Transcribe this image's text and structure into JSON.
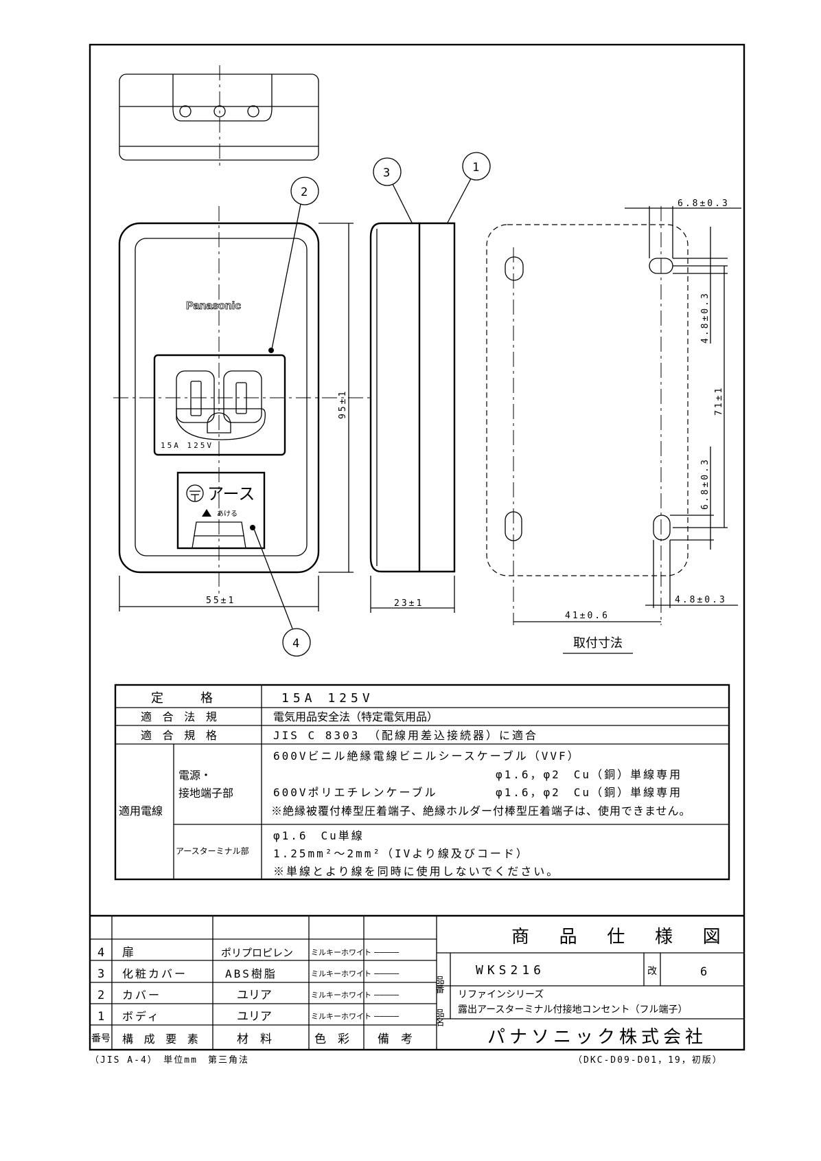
{
  "drawing": {
    "brand_logo": "Panasonic",
    "socket_rating": "15A 125V",
    "earth_label": "アース",
    "open_label": "あける",
    "callouts": [
      "1",
      "2",
      "3",
      "4"
    ],
    "dimensions": {
      "width": "55±1",
      "height": "95±1",
      "depth": "23±1",
      "mount_pitch_h": "41±0.6",
      "mount_pitch_v": "71±1",
      "slot_w_top": "6.8±0.3",
      "slot_h_top": "4.8±0.3",
      "slot_h_bottom": "6.8±0.3",
      "slot_w_bottom": "4.8±0.3"
    },
    "mounting_caption": "取付寸法"
  },
  "spec_table": {
    "rows": [
      {
        "label": "定　　格",
        "value": "15A 125V"
      },
      {
        "label": "適 合 法 規",
        "value": "電気用品安全法（特定電気用品）"
      },
      {
        "label": "適 合 規 格",
        "value": "JIS C 8303 （配線用差込接続器）に適合"
      }
    ],
    "wire": {
      "label": "適用電線",
      "power": {
        "label_1": "電源・",
        "label_2": "接地端子部",
        "line1": "600Vビニル絶縁電線ビニルシースケーブル（VVF）",
        "line2": "φ1.6，φ2　Cu（銅）単線専用",
        "line3a": "600Vポリエチレンケーブル",
        "line3b": "φ1.6，φ2　Cu（銅）単線専用",
        "note": "※絶縁被覆付棒型圧着端子、絶縁ホルダー付棒型圧着端子は、使用できません。"
      },
      "earth": {
        "label": "アースターミナル部",
        "line1": "φ1.6　Cu単線",
        "line2": "1.25mm²～2mm²（IVより線及びコード）",
        "note": "※単線とより線を同時に使用しないでください。"
      }
    }
  },
  "parts_table": {
    "headers": [
      "番号",
      "構 成 要 素",
      "材　料",
      "色　彩",
      "備　考"
    ],
    "rows": [
      {
        "no": "4",
        "part": "扉",
        "material": "ポリプロピレン",
        "color": "ミルキーホワイト",
        "note": "―――――"
      },
      {
        "no": "3",
        "part": "化粧カバー",
        "material": "ABS樹脂",
        "color": "ミルキーホワイト",
        "note": "―――――"
      },
      {
        "no": "2",
        "part": "カバー",
        "material": "ユリア",
        "color": "ミルキーホワイト",
        "note": "―――――"
      },
      {
        "no": "1",
        "part": "ボディ",
        "material": "ユリア",
        "color": "ミルキーホワイト",
        "note": "―――――"
      }
    ]
  },
  "title_block": {
    "title": "商 品 仕 様 図",
    "product_no_label": "品番",
    "product_no": "WKS216",
    "revision_label": "改",
    "revision": "6",
    "product_name_label": "品名",
    "series": "リファインシリーズ",
    "product_name": "露出アースターミナル付接地コンセント（フル端子）",
    "company": "パナソニック株式会社"
  },
  "footer": {
    "left": "（JIS A-4）　単位mm　第三角法",
    "right": "（DKC-D09-D01，19，初版）"
  }
}
